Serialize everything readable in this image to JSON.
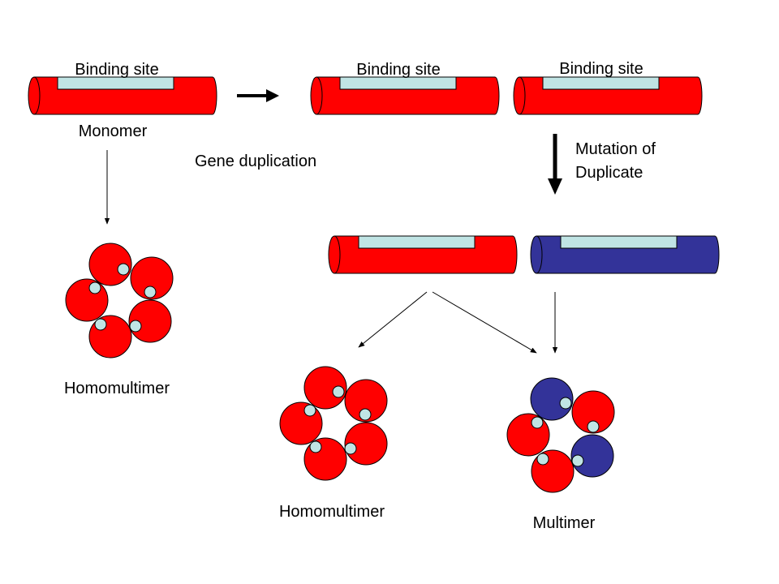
{
  "labels": {
    "binding_site": "Binding site",
    "monomer": "Monomer",
    "gene_duplication": "Gene duplication",
    "mutation_line1": "Mutation of",
    "mutation_line2": "Duplicate",
    "homomultimer": "Homomultimer",
    "multimer": "Multimer"
  },
  "colors": {
    "red": "#ff0000",
    "blue": "#333399",
    "binding_site": "#c0e4e4",
    "outline": "#000000"
  }
}
